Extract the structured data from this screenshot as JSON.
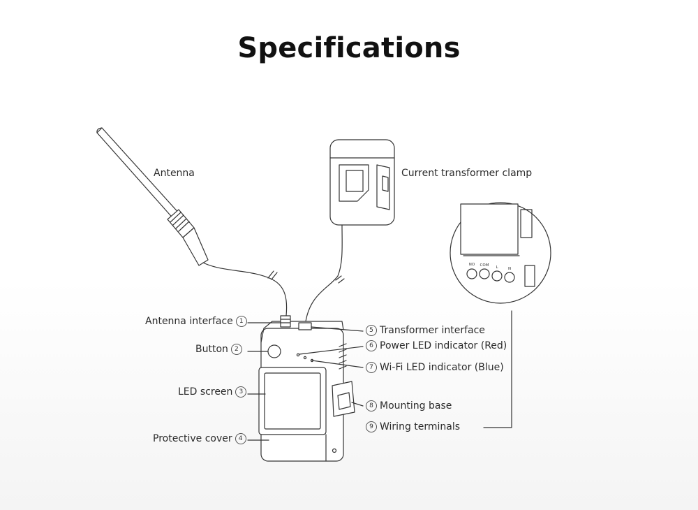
{
  "title": "Specifications",
  "callouts": {
    "antenna": "Antenna",
    "ct_clamp": "Current transformer clamp",
    "antenna_interface": {
      "text": "Antenna interface",
      "num": "1"
    },
    "button": {
      "text": "Button",
      "num": "2"
    },
    "led_screen": {
      "text": "LED screen",
      "num": "3"
    },
    "protective_cover": {
      "text": "Protective cover",
      "num": "4"
    },
    "transformer_interface": {
      "text": "Transformer interface",
      "num": "5"
    },
    "power_led": {
      "text": "Power LED indicator (Red)",
      "num": "6"
    },
    "wifi_led": {
      "text": "Wi-Fi LED indicator (Blue)",
      "num": "7"
    },
    "mounting_base": {
      "text": "Mounting base",
      "num": "8"
    },
    "wiring_terminals": {
      "text": "Wiring terminals",
      "num": "9"
    }
  },
  "terminal_labels": [
    "NO",
    "COM",
    "L",
    "N"
  ],
  "colors": {
    "line": "#333333",
    "title": "#111111"
  }
}
